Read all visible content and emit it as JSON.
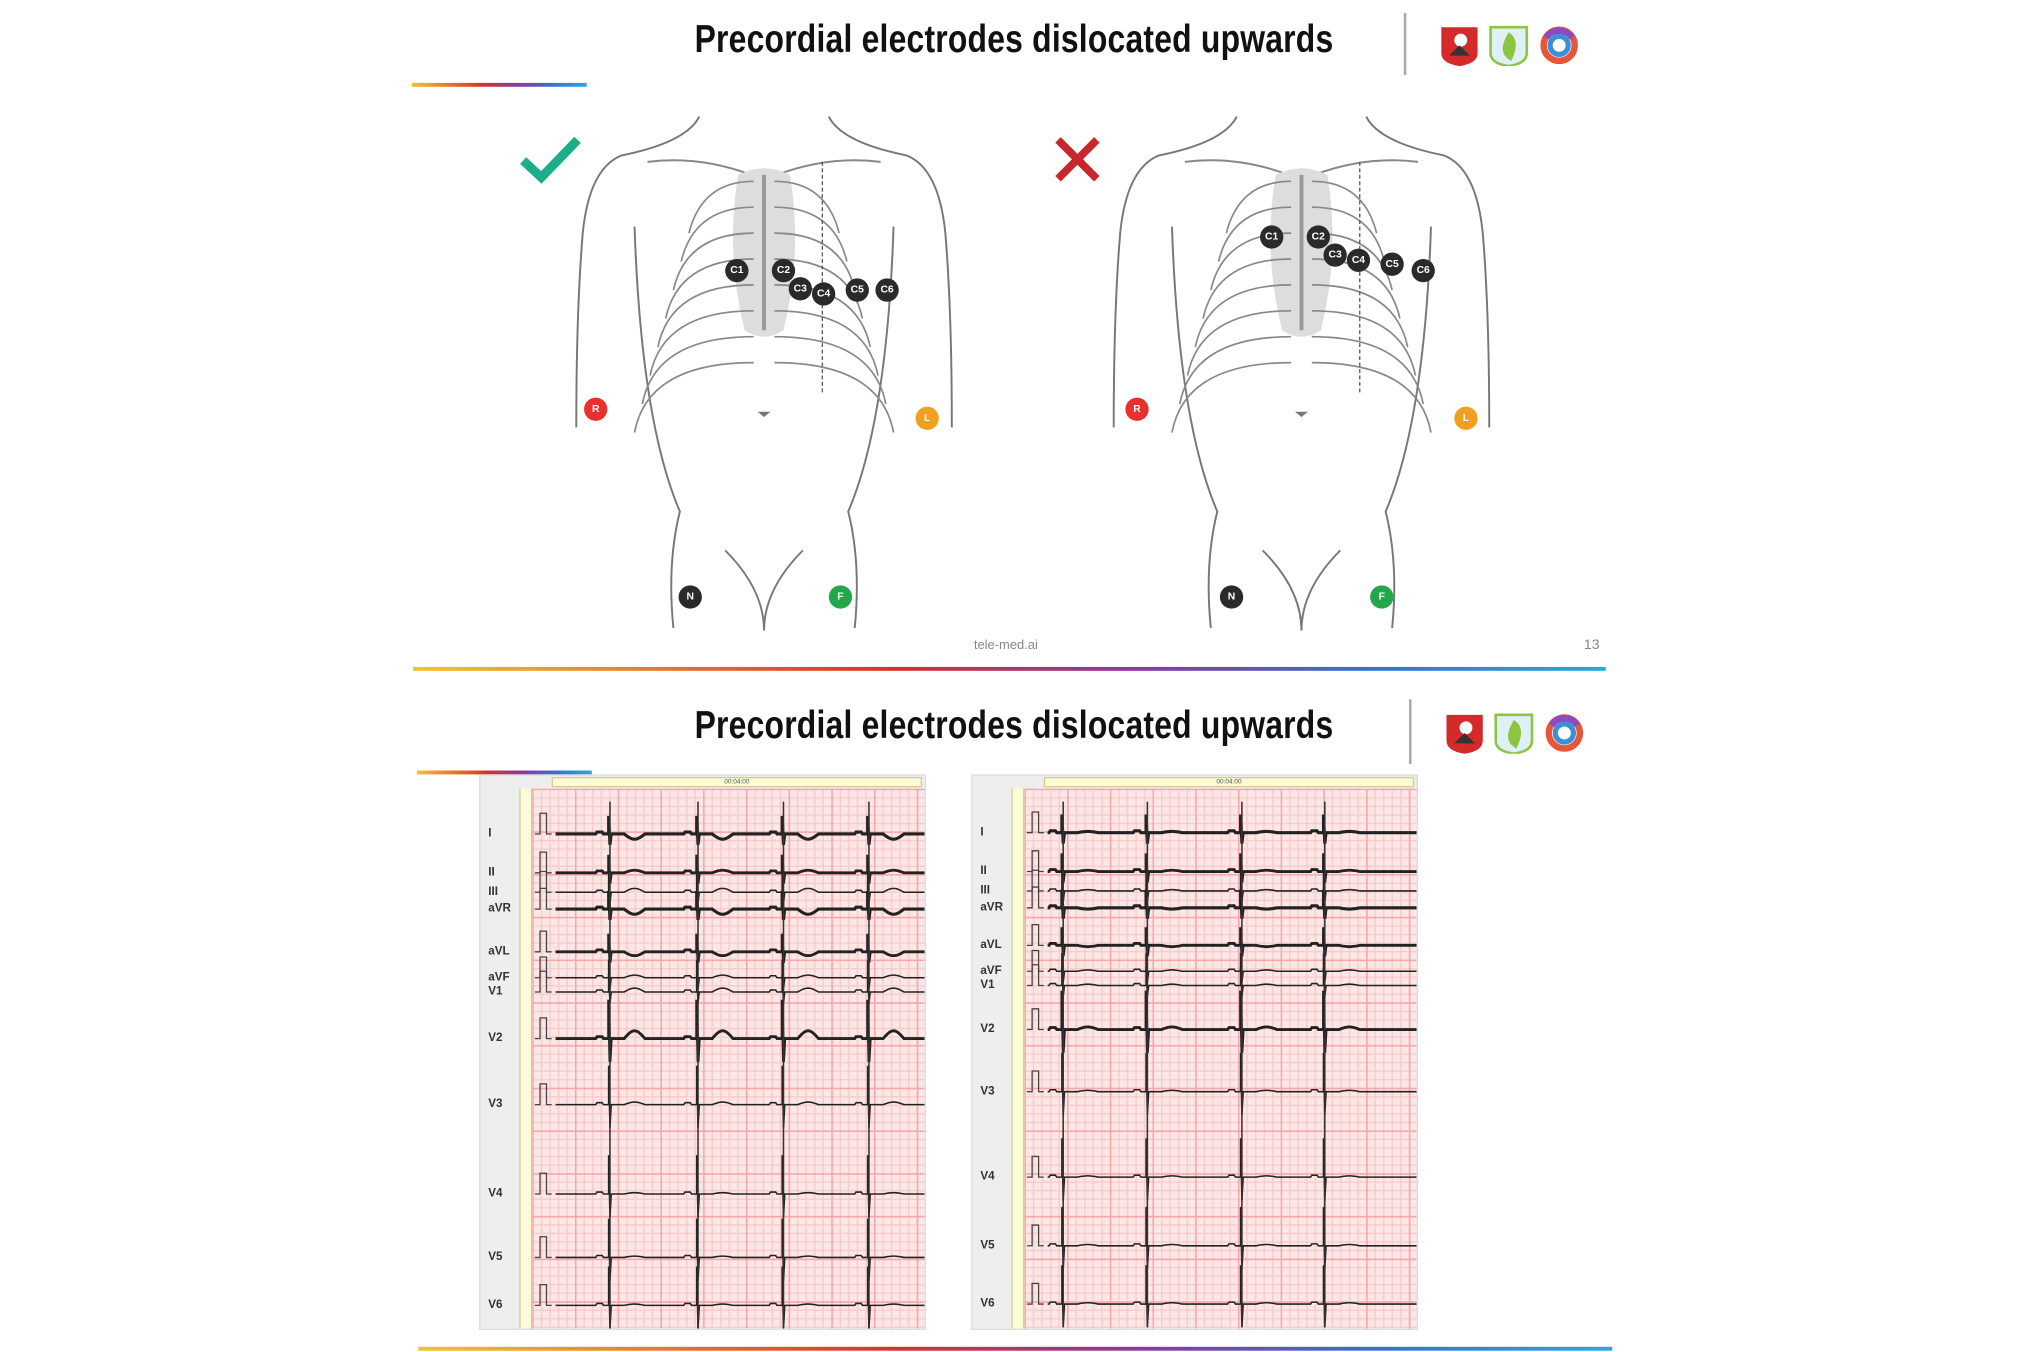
{
  "slides": [
    {
      "title": "Precordial electrodes dislocated upwards",
      "footer": "tele-med.ai",
      "page": "13",
      "panels": [
        {
          "status": "correct",
          "status_icon": "check-icon"
        },
        {
          "status": "incorrect",
          "status_icon": "cross-icon"
        }
      ]
    },
    {
      "title": "Precordial electrodes dislocated upwards",
      "ecg_timestamp": "00:04:00"
    }
  ],
  "electrodes": {
    "chest": [
      "C1",
      "C2",
      "C3",
      "C4",
      "C5",
      "C6"
    ],
    "limbs": [
      "R",
      "L",
      "N",
      "F"
    ]
  },
  "leads": [
    "I",
    "II",
    "III",
    "aVR",
    "aVL",
    "aVF",
    "V1",
    "V2",
    "V3",
    "V4",
    "V5",
    "V6"
  ],
  "colors": {
    "R": "#e8302c",
    "L": "#f0a020",
    "N": "#2a2a2a",
    "F": "#22a84a",
    "chest": "#2a2a2a",
    "check": "#1aae8a",
    "cross": "#c8262b"
  }
}
